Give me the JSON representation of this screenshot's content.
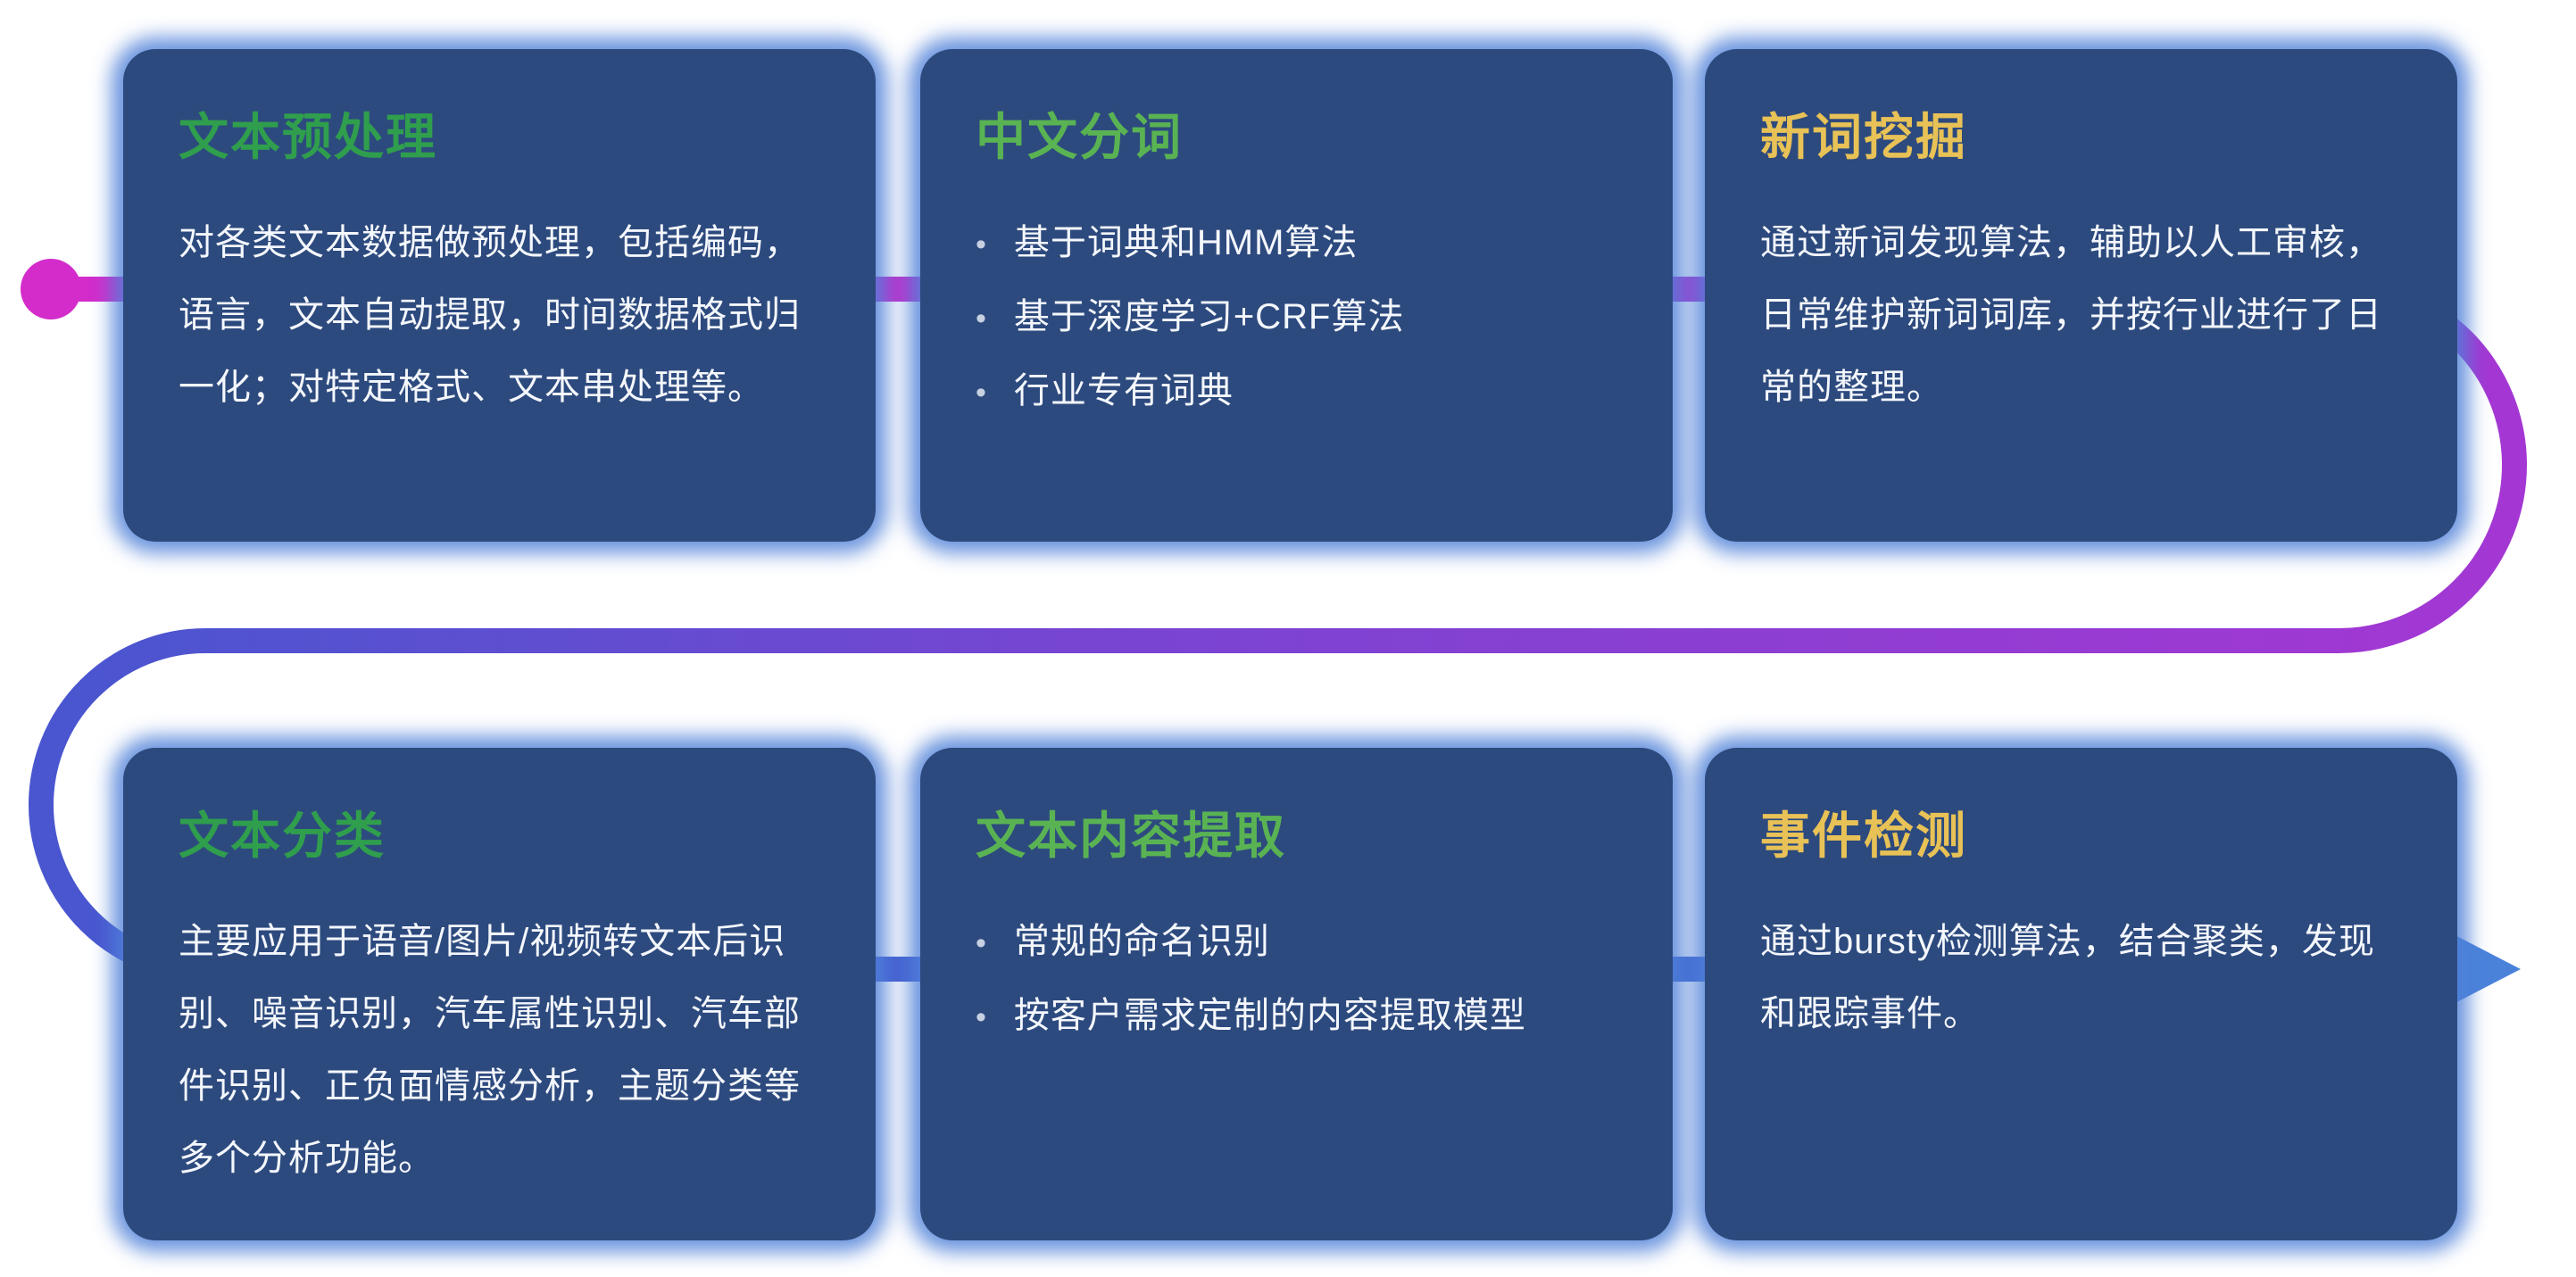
{
  "page": {
    "background_color": "#ffffff",
    "card_background_color": "#2d4a7e",
    "card_glow_color": "#4f80d8",
    "body_text_color": "#f4f7fc"
  },
  "flow": {
    "shape": "serpentine-left-to-right",
    "start_dot_color": "#d42ccb",
    "mid_color": "#8a3fd3",
    "end_color": "#3f71d4",
    "arrow_color": "#4a82da"
  },
  "cards": [
    {
      "id": "text-preprocessing",
      "title": "文本预处理",
      "title_color": "#2f9e4d",
      "type": "paragraph",
      "body": "对各类文本数据做预处理，包括编码，语言，文本自动提取，时间数据格式归一化；对特定格式、文本串处理等。"
    },
    {
      "id": "chinese-word-segmentation",
      "title": "中文分词",
      "title_color": "#5ab353",
      "type": "bullets",
      "bullets": [
        "基于词典和HMM算法",
        "基于深度学习+CRF算法",
        "行业专有词典"
      ]
    },
    {
      "id": "new-word-mining",
      "title": "新词挖掘",
      "title_color": "#e8c256",
      "type": "paragraph",
      "body": "通过新词发现算法，辅助以人工审核，日常维护新词词库，并按行业进行了日常的整理。"
    },
    {
      "id": "text-classification",
      "title": "文本分类",
      "title_color": "#2f9e4d",
      "type": "paragraph",
      "body": "主要应用于语音/图片/视频转文本后识别、噪音识别，汽车属性识别、汽车部件识别、正负面情感分析，主题分类等多个分析功能。"
    },
    {
      "id": "text-content-extraction",
      "title": "文本内容提取",
      "title_color": "#5ab353",
      "type": "bullets",
      "bullets": [
        "常规的命名识别",
        "按客户需求定制的内容提取模型"
      ]
    },
    {
      "id": "event-detection",
      "title": "事件检测",
      "title_color": "#e8c256",
      "type": "paragraph",
      "body": "通过bursty检测算法，结合聚类，发现和跟踪事件。"
    }
  ]
}
